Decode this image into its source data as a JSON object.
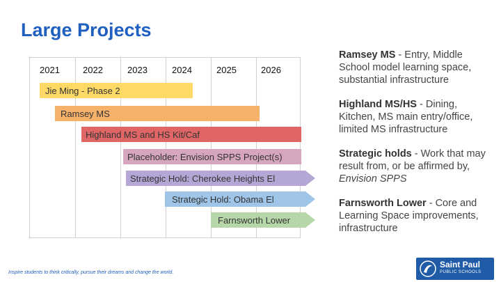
{
  "title": "Large Projects",
  "years": [
    "2021",
    "2022",
    "2023",
    "2024",
    "2025",
    "2026"
  ],
  "bars": [
    {
      "label": "Jie Ming - Phase 2",
      "color": "#ffd966"
    },
    {
      "label": "Ramsey MS",
      "color": "#f6b26b"
    },
    {
      "label": "Highland MS and HS Kit/Caf",
      "color": "#e06666"
    },
    {
      "label": "Placeholder: Envision SPPS Project(s)",
      "color": "#d5a6bd"
    },
    {
      "label": "Strategic Hold: Cherokee Heights El",
      "color": "#b4a7d6"
    },
    {
      "label": "Strategic Hold: Obama El",
      "color": "#9fc5e8"
    },
    {
      "label": "Farnsworth Lower",
      "color": "#b6d7a8"
    }
  ],
  "notes": [
    {
      "title": "Ramsey MS",
      "text": " - Entry, Middle School model learning space, substantial infrastructure"
    },
    {
      "title": "Highland MS/HS",
      "text": " - Dining, Kitchen, MS main entry/office, limited MS infrastructure"
    },
    {
      "title": "Strategic holds",
      "text": " - Work that may result from, or be affirmed by, ",
      "italic": "Envision SPPS"
    },
    {
      "title": "Farnsworth Lower",
      "text": " - Core and Learning Space improvements, infrastructure"
    }
  ],
  "footer": "Inspire students to think critically, pursue their dreams and change the world.",
  "logo": {
    "line1": "Saint Paul",
    "line2": "PUBLIC SCHOOLS"
  }
}
